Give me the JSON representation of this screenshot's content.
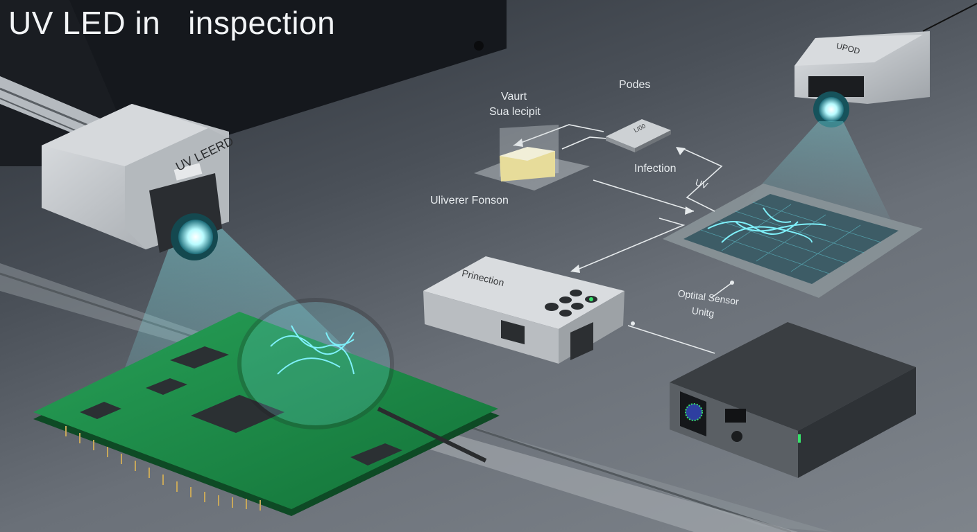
{
  "title": "UV LED in   inspection",
  "devices": {
    "left_uv_head_label": "UV LEERD",
    "right_uv_head_label": "UPOD",
    "small_module_label": "LI00",
    "controller_label": "Prinection"
  },
  "diagram_labels": {
    "vaurt": "Vaurt",
    "sua_lecipit": "Sua lecipit",
    "podes": "Podes",
    "infection": "Infection",
    "uv": "UV",
    "uliverer_fonson": "Uliverer Fonson",
    "optical_sensor": "Optital Sensor",
    "unit": "Unitg"
  },
  "colors": {
    "uv_glow": "#7fe8f0",
    "pcb_green": "#1f8a48",
    "status_led": "#37e26b",
    "housing_silver": "#c4c8cc",
    "dark_box": "#2e3236"
  }
}
